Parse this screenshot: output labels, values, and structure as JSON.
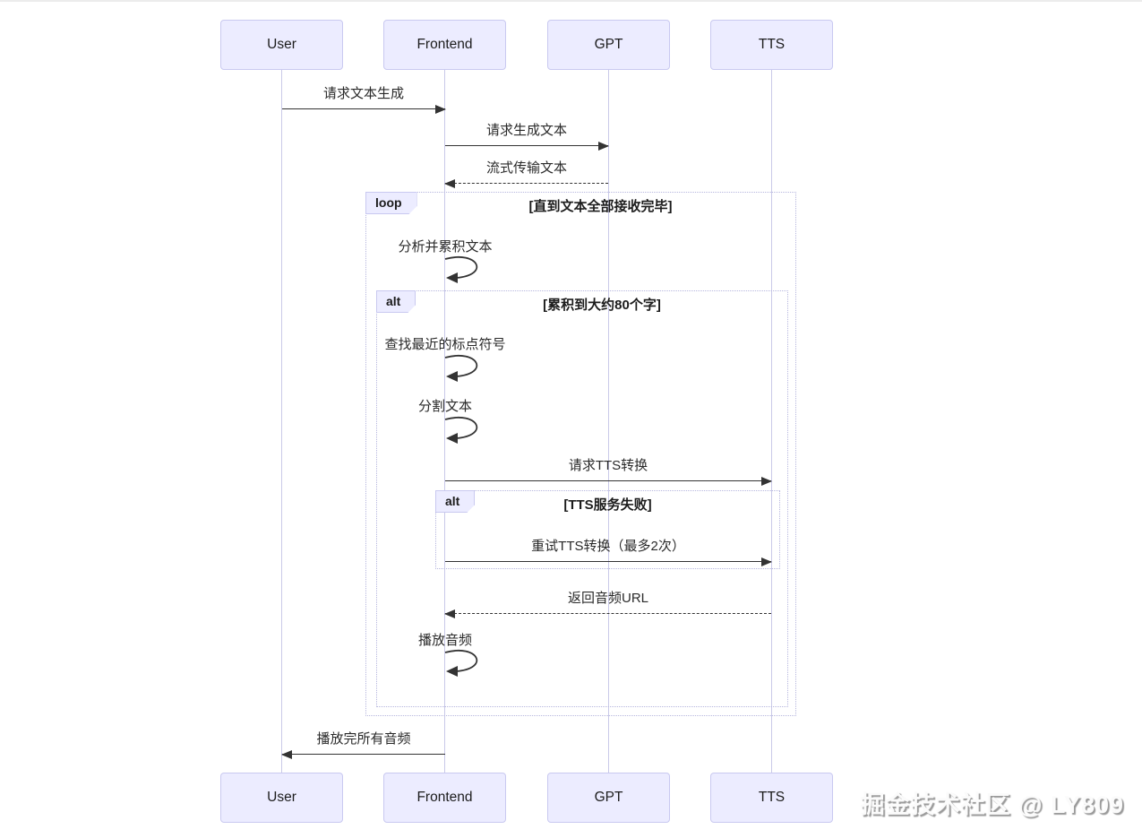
{
  "diagram_type": "sequence-diagram",
  "participants": [
    "User",
    "Frontend",
    "GPT",
    "TTS"
  ],
  "messages": [
    {
      "from": "User",
      "to": "Frontend",
      "label": "请求文本生成",
      "line": "solid"
    },
    {
      "from": "Frontend",
      "to": "GPT",
      "label": "请求生成文本",
      "line": "solid"
    },
    {
      "from": "GPT",
      "to": "Frontend",
      "label": "流式传输文本",
      "line": "dashed"
    },
    {
      "from": "Frontend",
      "to": "Frontend",
      "label": "分析并累积文本",
      "line": "self"
    },
    {
      "from": "Frontend",
      "to": "Frontend",
      "label": "查找最近的标点符号",
      "line": "self"
    },
    {
      "from": "Frontend",
      "to": "Frontend",
      "label": "分割文本",
      "line": "self"
    },
    {
      "from": "Frontend",
      "to": "TTS",
      "label": "请求TTS转换",
      "line": "solid"
    },
    {
      "from": "Frontend",
      "to": "TTS",
      "label": "重试TTS转换（最多2次）",
      "line": "solid"
    },
    {
      "from": "TTS",
      "to": "Frontend",
      "label": "返回音频URL",
      "line": "dashed"
    },
    {
      "from": "Frontend",
      "to": "Frontend",
      "label": "播放音频",
      "line": "self"
    },
    {
      "from": "Frontend",
      "to": "User",
      "label": "播放完所有音频",
      "line": "solid"
    }
  ],
  "blocks": {
    "loop": {
      "tag": "loop",
      "condition": "[直到文本全部接收完毕]"
    },
    "alt_outer": {
      "tag": "alt",
      "condition": "[累积到大约80个字]"
    },
    "alt_inner": {
      "tag": "alt",
      "condition": "[TTS服务失败]"
    }
  },
  "watermark": "掘金技术社区 @ LY809",
  "colors": {
    "actor_fill": "#ECECFF",
    "actor_border": "#c9c9f0",
    "arrow": "#333333",
    "lifeline": "#c9c9e8",
    "block_border": "#b6b6de",
    "text": "#222222"
  }
}
